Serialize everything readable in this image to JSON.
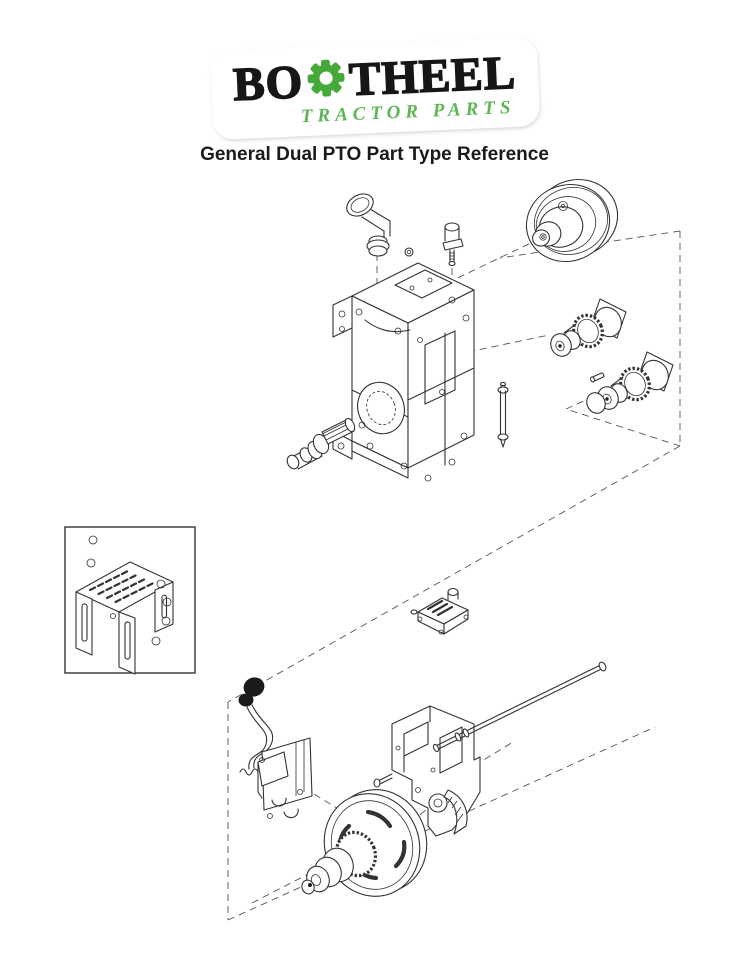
{
  "title": "General Dual PTO Part Type Reference",
  "logo": {
    "brand_left": "BO",
    "brand_right": "THEEL",
    "tagline": "TRACTOR PARTS",
    "gear_icon": "gear-icon",
    "colors": {
      "ink": "#161616",
      "gear_green": "#45a93a",
      "tagline_green": "#5db654"
    }
  },
  "diagram": {
    "line_color": "#333333",
    "dash_color": "#555555",
    "parts": [
      "breather-tube-assembly",
      "sensor-valve",
      "mounting-bolt",
      "pto-housing",
      "clutch-drum",
      "pto-gear-shaft-upper",
      "pto-gear-shaft-lower",
      "roll-pin",
      "splined-input-shaft",
      "stud-bolt",
      "pto-shield",
      "shield-detail-box",
      "control-valve-block",
      "shift-lever-assembly",
      "support-bracket",
      "control-rod",
      "output-hub-assembly"
    ]
  }
}
